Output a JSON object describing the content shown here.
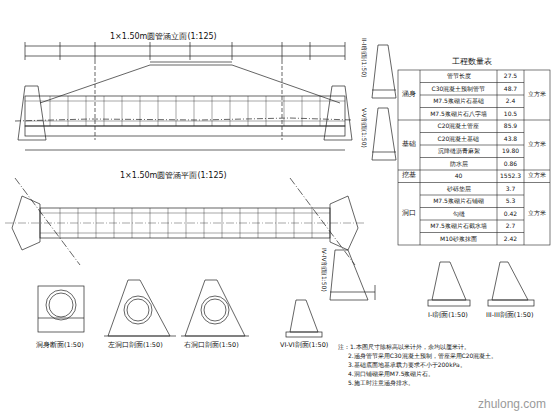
{
  "diagram": {
    "labels": [
      "1×1.50m圆管涵立面(1:125)",
      "1×1.50m圆管涵平面(1:125)",
      "II-II剖面(1:50)",
      "V-V剖面(1:50)",
      "工程数量表",
      "涵身",
      "基础",
      "挖基",
      "洞口",
      "管节长度",
      "27.5",
      "C30混凝土预制管节",
      "48.7",
      "M7.5浆砌片石基础",
      "2.4",
      "M7.5浆砌片石八字墙",
      "10.5",
      "C20混凝土管座",
      "85.9",
      "C20混凝土基础",
      "43.8",
      "沉降缝沥青麻絮",
      "19.80",
      "防水层",
      "0.86",
      "40",
      "1552.3",
      "砂砾垫层",
      "3.7",
      "M7.5浆砌片石铺砌",
      "5.3",
      "勾缝",
      "0.42",
      "M7.5浆砌片石截水墙",
      "2.7",
      "M10砂浆抹面",
      "2.42",
      "立方米",
      "立方米",
      "立方米",
      "立方米",
      "洞身断面(1:50)",
      "左洞口剖面(1:50)",
      "右洞口剖面(1:50)",
      "VI-VI剖面(1:50)",
      "IV-IV剖面(1:50)",
      "I-I剖面(1:50)",
      "III-III剖面(1:50)",
      "注：1.本图尺寸除标高以米计外，余均以厘米计。",
      "2.涵身管节采用C30混凝土预制，管座采用C20混凝土。",
      "3.基础底面地基承载力要求不小于200kPa。",
      "4.洞口铺砌采用M7.5浆砌片石。",
      "5.施工时注意涵身排水。",
      "zhulong.com"
    ]
  }
}
